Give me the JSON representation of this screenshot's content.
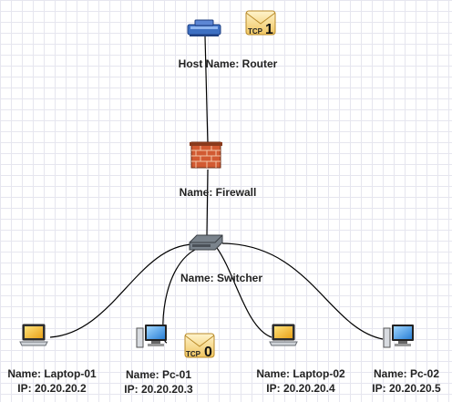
{
  "nodes": {
    "router": {
      "label": "Host Name: Router",
      "icon": "router-icon"
    },
    "firewall": {
      "label": "Name: Firewall",
      "icon": "firewall-icon"
    },
    "switcher": {
      "label": "Name: Switcher",
      "icon": "switch-icon"
    },
    "laptop01": {
      "name": "Name: Laptop-01",
      "ip": "IP: 20.20.20.2",
      "icon": "laptop-icon"
    },
    "pc01": {
      "name": "Name: Pc-01",
      "ip": "IP: 20.20.20.3",
      "icon": "desktop-pc-icon"
    },
    "laptop02": {
      "name": "Name: Laptop-02",
      "ip": "IP: 20.20.20.4",
      "icon": "laptop-icon"
    },
    "pc02": {
      "name": "Name: Pc-02",
      "ip": "IP: 20.20.20.5",
      "icon": "desktop-pc-icon"
    }
  },
  "badges": {
    "router_tcp": {
      "text": "TCP",
      "count": "1",
      "icon": "tcp-envelope-icon"
    },
    "pc01_tcp": {
      "text": "TCP",
      "count": "0",
      "icon": "tcp-envelope-icon"
    }
  },
  "colors": {
    "link": "#000000",
    "envelope": "#f3d27a",
    "firewall_brick": "#c0502c"
  }
}
